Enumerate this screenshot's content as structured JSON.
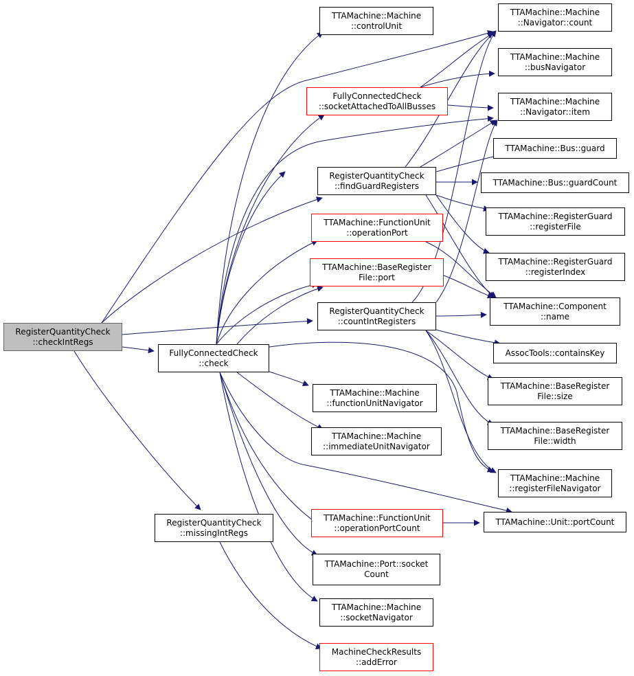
{
  "colors": {
    "edge": "#191970",
    "box_border": "#000000",
    "alt_border": "#ff0000",
    "root_fill": "#bfbfbf"
  },
  "nodes": [
    {
      "id": "root",
      "lines": [
        "RegisterQuantityCheck",
        "::checkIntRegs"
      ],
      "style": "root"
    },
    {
      "id": "fcc_check",
      "lines": [
        "FullyConnectedCheck",
        "::check"
      ],
      "style": "normal"
    },
    {
      "id": "rqc_missing",
      "lines": [
        "RegisterQuantityCheck",
        "::missingIntRegs"
      ],
      "style": "normal"
    },
    {
      "id": "rqc_find",
      "lines": [
        "RegisterQuantityCheck",
        "::findGuardRegisters"
      ],
      "style": "normal"
    },
    {
      "id": "rqc_count",
      "lines": [
        "RegisterQuantityCheck",
        "::countIntRegisters"
      ],
      "style": "normal"
    },
    {
      "id": "m_control",
      "lines": [
        "TTAMachine::Machine",
        "::controlUnit"
      ],
      "style": "normal"
    },
    {
      "id": "fcc_socket",
      "lines": [
        "FullyConnectedCheck",
        "::socketAttachedToAllBusses"
      ],
      "style": "red"
    },
    {
      "id": "fu_opport",
      "lines": [
        "TTAMachine::FunctionUnit",
        "::operationPort"
      ],
      "style": "red"
    },
    {
      "id": "brf_port",
      "lines": [
        "TTAMachine::BaseRegister",
        "File::port"
      ],
      "style": "red"
    },
    {
      "id": "m_funav",
      "lines": [
        "TTAMachine::Machine",
        "::functionUnitNavigator"
      ],
      "style": "normal"
    },
    {
      "id": "m_imnav",
      "lines": [
        "TTAMachine::Machine",
        "::immediateUnitNavigator"
      ],
      "style": "normal"
    },
    {
      "id": "fu_opcount",
      "lines": [
        "TTAMachine::FunctionUnit",
        "::operationPortCount"
      ],
      "style": "red"
    },
    {
      "id": "port_sock",
      "lines": [
        "TTAMachine::Port::socket",
        "Count"
      ],
      "style": "normal"
    },
    {
      "id": "m_socknav",
      "lines": [
        "TTAMachine::Machine",
        "::socketNavigator"
      ],
      "style": "normal"
    },
    {
      "id": "mcr_add",
      "lines": [
        "MachineCheckResults",
        "::addError"
      ],
      "style": "red"
    },
    {
      "id": "nav_count",
      "lines": [
        "TTAMachine::Machine",
        "::Navigator::count"
      ],
      "style": "normal"
    },
    {
      "id": "m_busnav",
      "lines": [
        "TTAMachine::Machine",
        "::busNavigator"
      ],
      "style": "normal"
    },
    {
      "id": "nav_item",
      "lines": [
        "TTAMachine::Machine",
        "::Navigator::item"
      ],
      "style": "normal"
    },
    {
      "id": "bus_guard",
      "lines": [
        "TTAMachine::Bus::guard"
      ],
      "style": "normal"
    },
    {
      "id": "bus_gcount",
      "lines": [
        "TTAMachine::Bus::guardCount"
      ],
      "style": "normal"
    },
    {
      "id": "rg_file",
      "lines": [
        "TTAMachine::RegisterGuard",
        "::registerFile"
      ],
      "style": "normal"
    },
    {
      "id": "rg_index",
      "lines": [
        "TTAMachine::RegisterGuard",
        "::registerIndex"
      ],
      "style": "normal"
    },
    {
      "id": "comp_name",
      "lines": [
        "TTAMachine::Component",
        "::name"
      ],
      "style": "normal"
    },
    {
      "id": "assoc",
      "lines": [
        "AssocTools::containsKey"
      ],
      "style": "normal"
    },
    {
      "id": "brf_size",
      "lines": [
        "TTAMachine::BaseRegister",
        "File::size"
      ],
      "style": "normal"
    },
    {
      "id": "brf_width",
      "lines": [
        "TTAMachine::BaseRegister",
        "File::width"
      ],
      "style": "normal"
    },
    {
      "id": "m_rfnav",
      "lines": [
        "TTAMachine::Machine",
        "::registerFileNavigator"
      ],
      "style": "normal"
    },
    {
      "id": "unit_pc",
      "lines": [
        "TTAMachine::Unit::portCount"
      ],
      "style": "normal"
    }
  ]
}
